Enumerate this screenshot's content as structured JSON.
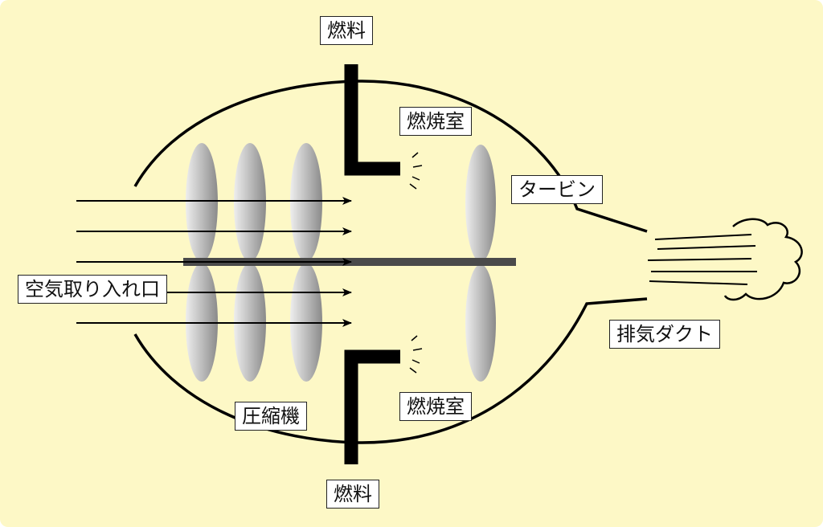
{
  "labels": {
    "fuel_top": "燃料",
    "combustor_top": "燃焼室",
    "turbine": "タービン",
    "air_intake": "空気取り入れ口",
    "exhaust_duct": "排気ダクト",
    "combustor_bottom": "燃焼室",
    "compressor": "圧縮機",
    "fuel_bottom": "燃料"
  },
  "colors": {
    "background": "#fdf8c6",
    "outline": "#000000",
    "shaft": "#4a4a4a",
    "blade_light": "#eeeeee",
    "blade_dark": "#8a8a8a"
  }
}
